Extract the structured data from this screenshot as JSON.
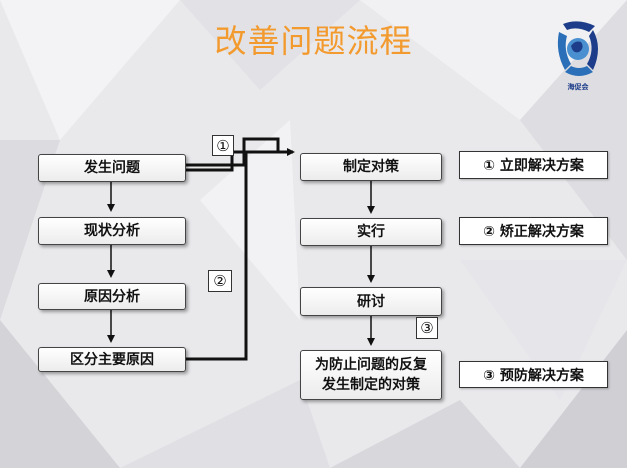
{
  "title": "改善问题流程",
  "logo_text": "海促会",
  "left_flow": {
    "step1": "发生问题",
    "step2": "现状分析",
    "step3": "原因分析",
    "step4": "区分主要原因"
  },
  "right_flow": {
    "step1": "制定对策",
    "step2": "实行",
    "step3": "研讨",
    "step4_line1": "为防止问题的反复",
    "step4_line2": "发生制定的对策"
  },
  "markers": {
    "m1": "①",
    "m2": "②",
    "m3": "③"
  },
  "legend": {
    "item1": "① 立即解决方案",
    "item2": "② 矫正解决方案",
    "item3": "③ 预防解决方案"
  },
  "colors": {
    "title": "#f39a2e",
    "background": "#e9e9ec",
    "logo_blue": "#1d3d8a"
  }
}
